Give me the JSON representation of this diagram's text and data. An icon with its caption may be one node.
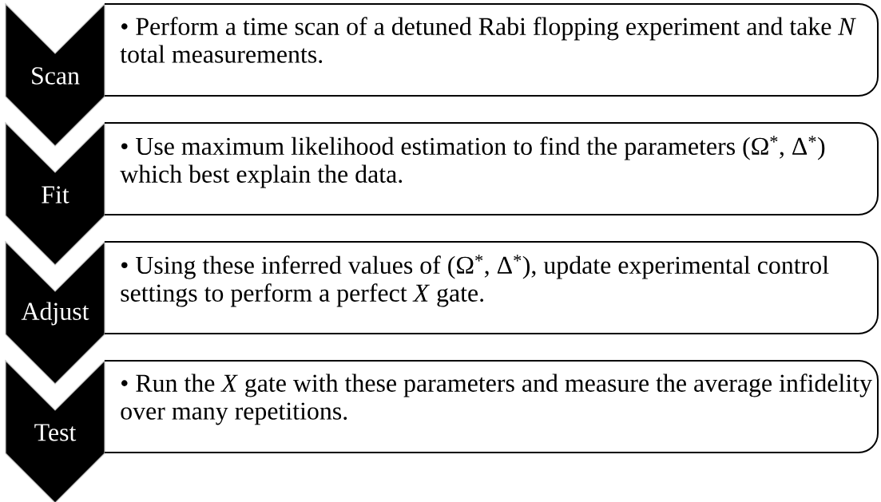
{
  "diagram": {
    "nodes": [
      {
        "text": [
          "Scan"
        ]
      },
      {
        "text": [
          "• Perform a time scan of a detuned Rabi flopping experiment and take *N* total measurements."
        ]
      },
      {
        "text": [
          "Fit"
        ]
      },
      {
        "text": [
          "• Use maximum likelihood estimation to find the parameters (Ω$^{*}$, Δ$^{*}$) which best explain the data."
        ]
      },
      {
        "text": [
          "Adjust"
        ]
      },
      {
        "text": [
          "• Using these inferred values of (Ω$^{*}$, Δ$^{*}$), update experimental control settings to perform a perfect *X* gate."
        ]
      },
      {
        "text": [
          "Test"
        ]
      },
      {
        "text": [
          "• Run the *X* gate with these parameters and measure the average infidelity over many repetitions."
        ]
      }
    ]
  }
}
